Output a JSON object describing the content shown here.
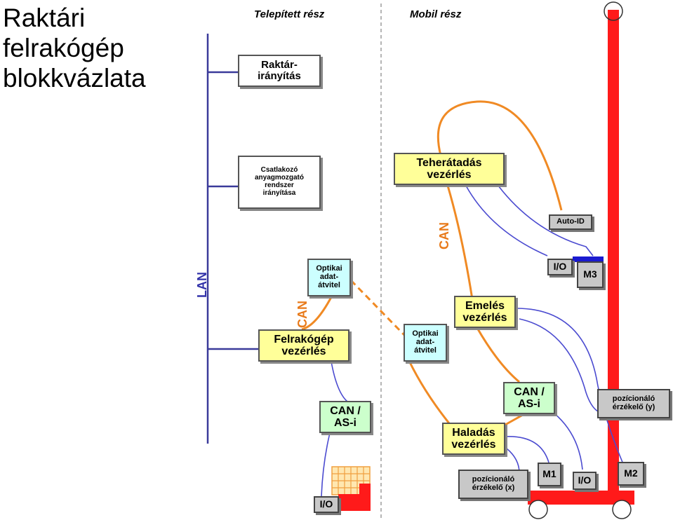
{
  "title": "Raktári\nfelrakógép\nblokkvázlata",
  "sections": {
    "installed": "Telepített rész",
    "mobile": "Mobil rész"
  },
  "labels": {
    "lan": "LAN",
    "can_left": "CAN",
    "can_right": "CAN"
  },
  "boxes": {
    "warehouse_control": "Raktár-\nirányítás",
    "material_handling": "Csatlakozó\nanyagmozgató\nrendszer\nirányítása",
    "optical_left": "Optikai\nadat-\nátvitel",
    "stacker_control": "Felrakógép\nvezérlés",
    "can_asi_left": "CAN /\nAS-i",
    "io_bottom_left": "I/O",
    "load_transfer": "Teherátadás\nvezérlés",
    "auto_id": "Auto-ID",
    "io_upper_right": "I/O",
    "m3": "M3",
    "optical_right": "Optikai\nadat-\nátvitel",
    "lifting_control": "Emelés\nvezérlés",
    "can_asi_right": "CAN /\nAS-i",
    "position_sensor_y": "pozícionáló\nérzékelő (y)",
    "travel_control": "Haladás\nvezérlés",
    "position_sensor_x": "pozícionáló\nérzékelő (x)",
    "m1": "M1",
    "io_bottom_right": "I/O",
    "m2": "M2"
  },
  "colors": {
    "lan_line": "#3a3a9a",
    "can_line": "#f08a24",
    "wire": "#4b4bd0",
    "rail": "#ff1a1a",
    "dashed_divider": "#b0b0b0",
    "yellow_box": "#ffff99",
    "cyan_box": "#ccffff",
    "green_box": "#ccffcc",
    "gray_box": "#c8c8c8"
  }
}
